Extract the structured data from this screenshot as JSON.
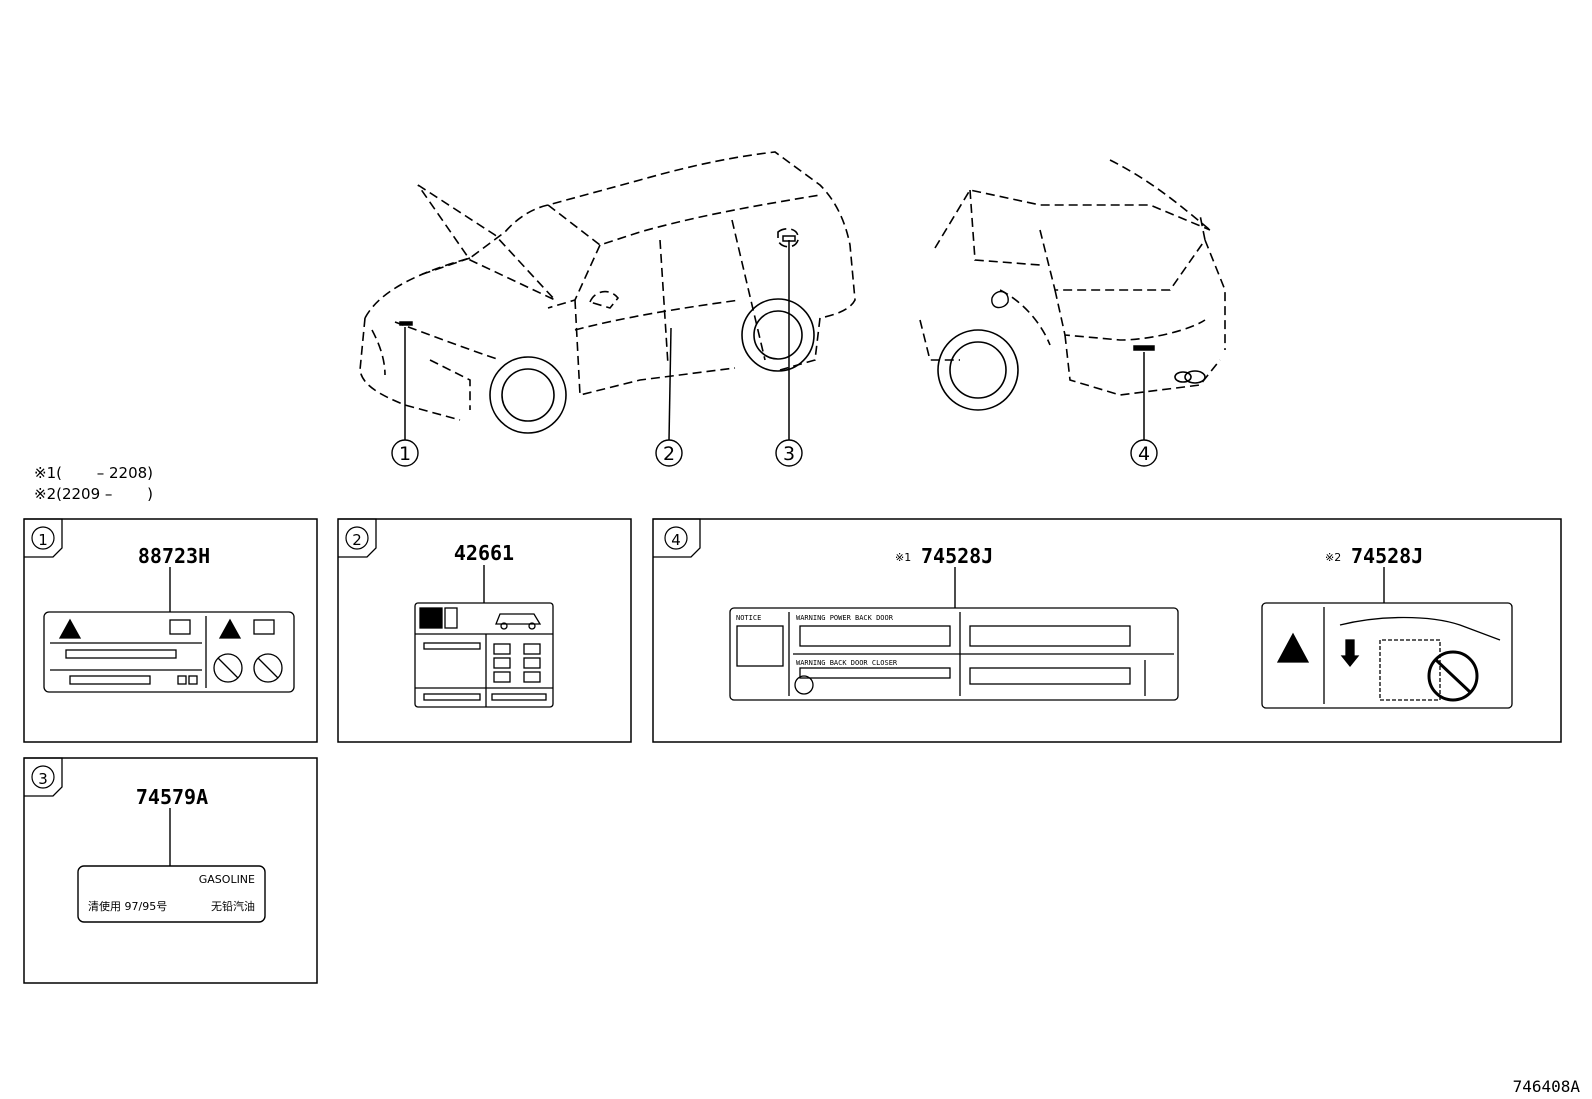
{
  "notes": {
    "note1": "※1(　　 – 2208)",
    "note2": "※2(2209 –　　 )"
  },
  "callouts": [
    "①",
    "②",
    "③",
    "④"
  ],
  "panels": {
    "p1": {
      "marker": "①",
      "part": "88723H"
    },
    "p2": {
      "marker": "②",
      "part": "42661"
    },
    "p3": {
      "marker": "③",
      "part": "74579A",
      "fuel_label": "GASOLINE",
      "line_left": "清使用 97/95号",
      "line_right": "无铅汽油"
    },
    "p4": {
      "marker": "④",
      "part_a_prefix": "※1",
      "part_a": "74528J",
      "part_b_prefix": "※2",
      "part_b": "74528J",
      "label_a_caution": "NOTICE",
      "label_a_line1": "WARNING POWER BACK DOOR",
      "label_a_line2": "WARNING BACK DOOR CLOSER"
    }
  },
  "figure_id": "746408A"
}
